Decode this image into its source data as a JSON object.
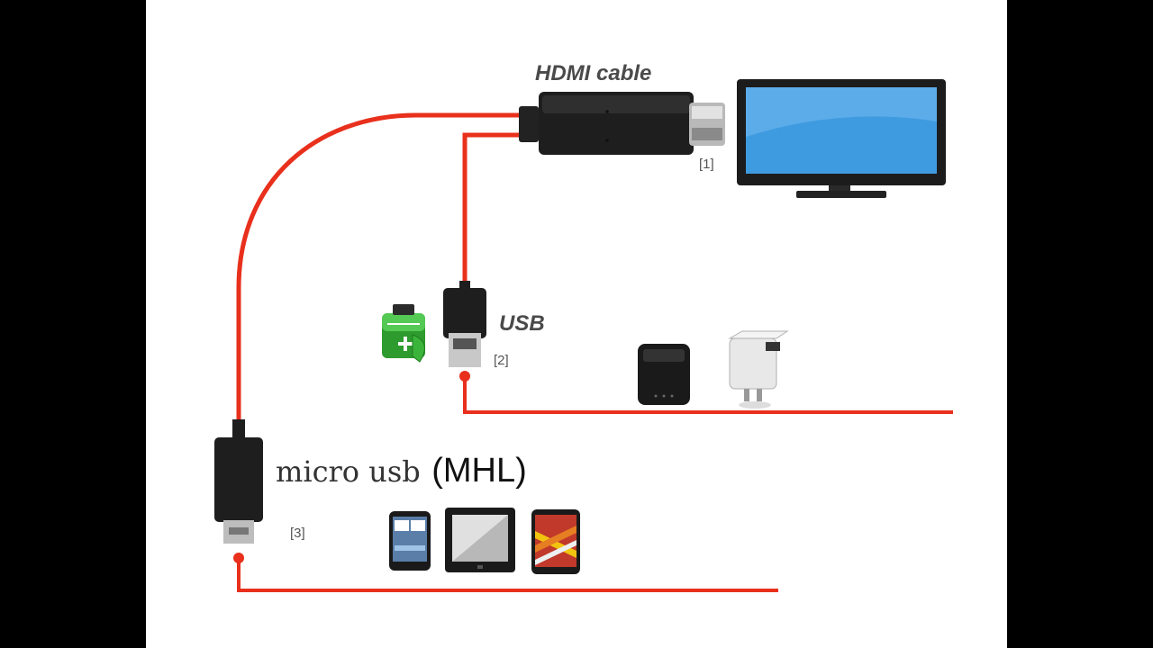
{
  "labels": {
    "hdmi_cable": "HDMI cable",
    "usb": "USB",
    "micro_usb": "micro usb",
    "mhl": "(MHL)",
    "ref_1": "[1]",
    "ref_2": "[2]",
    "ref_3": "[3]"
  },
  "colors": {
    "cable": "#e8301c",
    "connector": "#1e1e1e",
    "screen": "#3f9be0",
    "battery": "#3bb43b"
  },
  "devices": {
    "display": "tv-monitor",
    "power_sources": [
      "battery-pack",
      "power-bank",
      "wall-charger"
    ],
    "mobile_devices": [
      "smartphone",
      "tablet",
      "android-phone"
    ]
  }
}
